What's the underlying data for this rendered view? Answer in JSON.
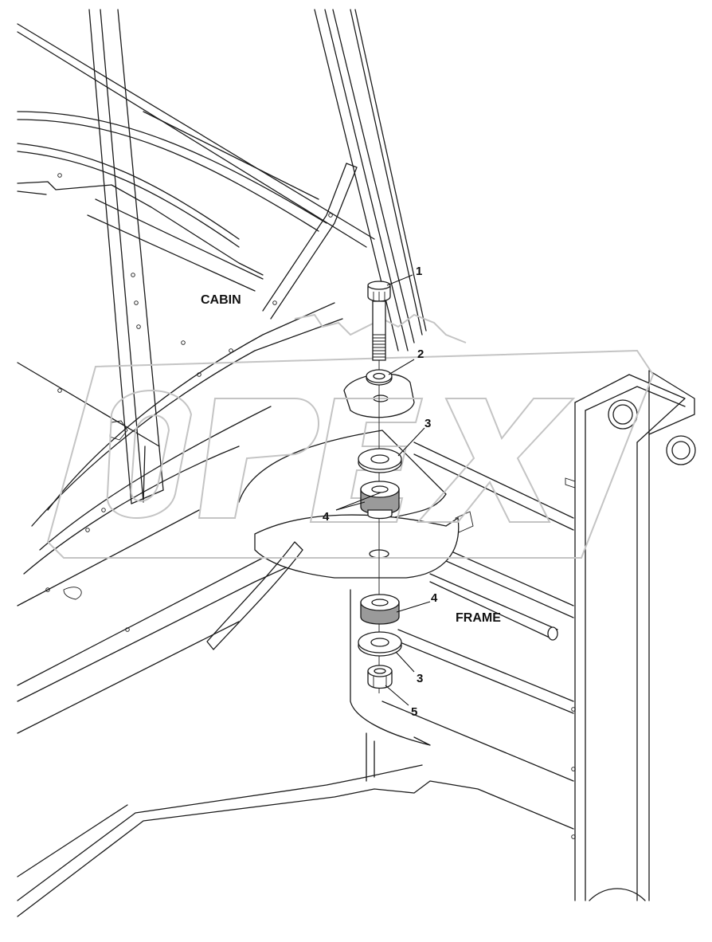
{
  "labels": {
    "cabin": "CABIN",
    "frame": "FRAME"
  },
  "callouts": {
    "bolt": "1",
    "washer_top": "2",
    "spacer_upper": "3",
    "rubber_mounts": "4",
    "rubber_lower": "4",
    "spacer_lower": "3",
    "nut": "5"
  },
  "watermark": {
    "text": "OPEX",
    "color": "#c4c4c4"
  },
  "colors": {
    "line": "#1a1a1a",
    "rubber": "#9a9a9a",
    "background": "#ffffff"
  }
}
